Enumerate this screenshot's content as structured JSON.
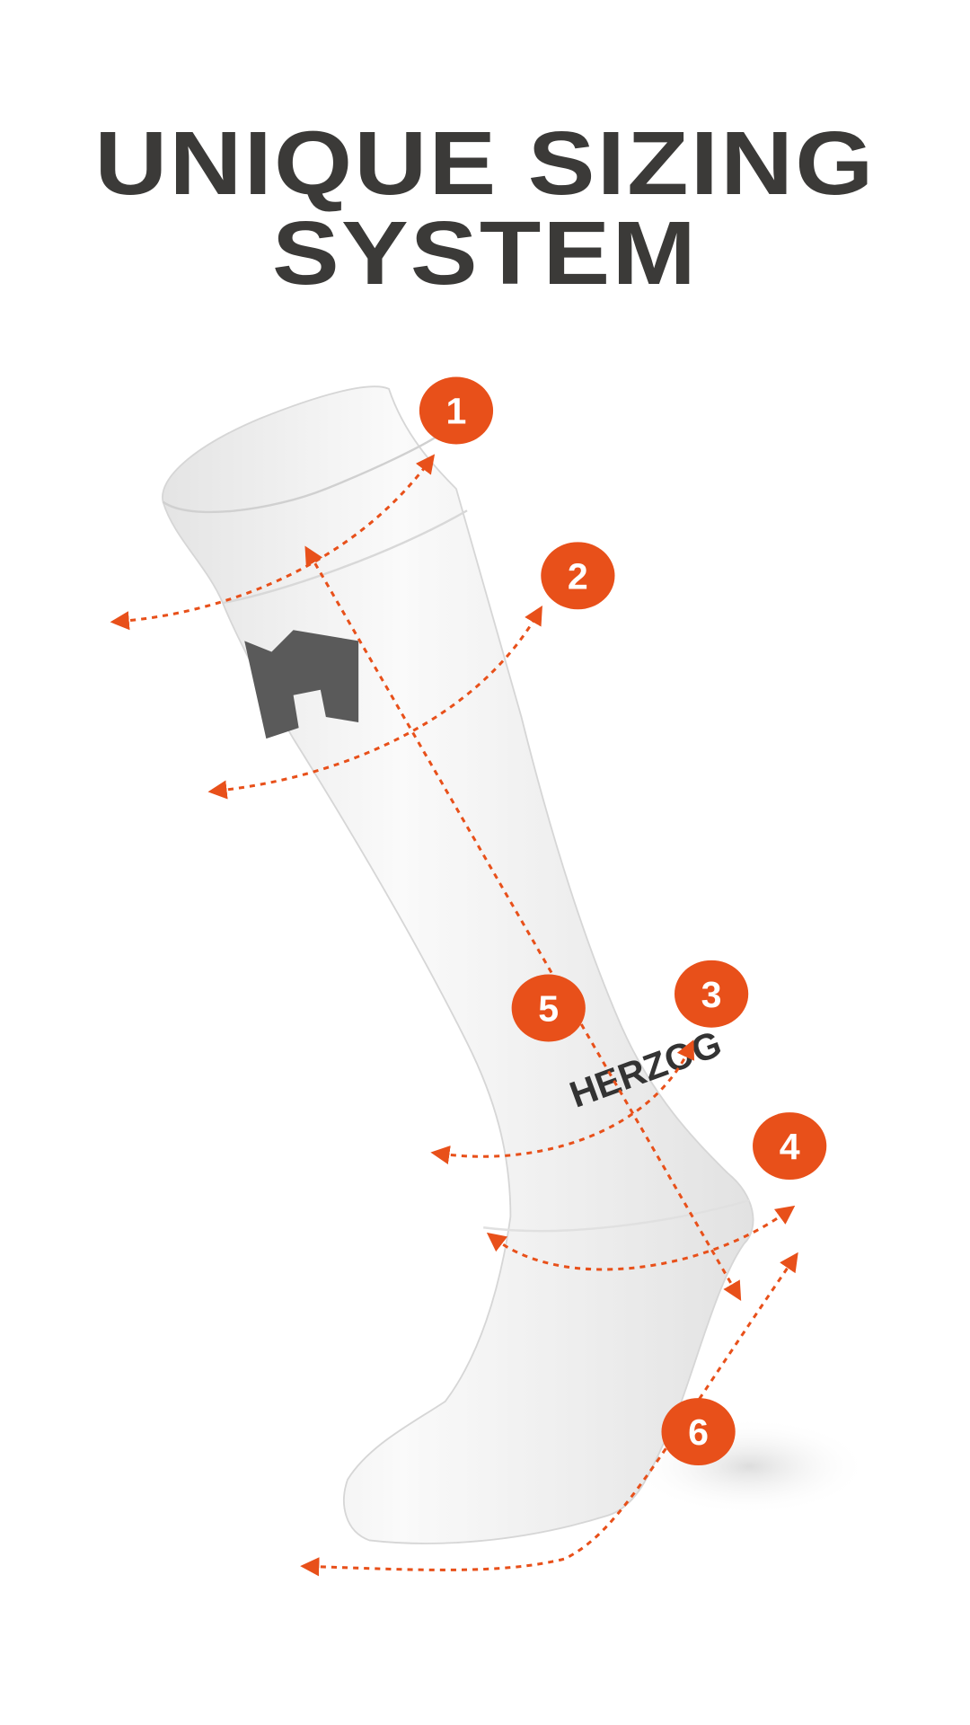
{
  "title": {
    "line1": "UNIQUE SIZING",
    "line2": "SYSTEM"
  },
  "accent_color": "#e8501a",
  "title_color": "#3b3a38",
  "sock_brand_text": "HERZOG",
  "measurements": [
    {
      "label": "1"
    },
    {
      "label": "2"
    },
    {
      "label": "3"
    },
    {
      "label": "4"
    },
    {
      "label": "5"
    },
    {
      "label": "6"
    }
  ]
}
